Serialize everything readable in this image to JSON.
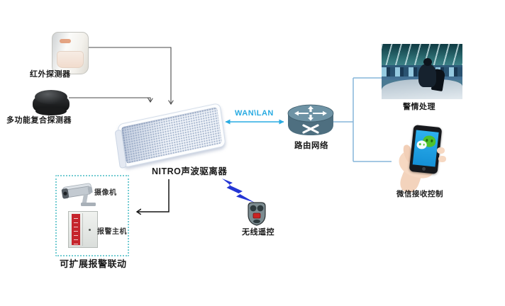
{
  "nodes": {
    "pir": {
      "label": "红外探测器"
    },
    "multi_detector": {
      "label": "多功能复合探测器"
    },
    "nitro": {
      "label": "NITRO声波驱离器"
    },
    "wan_lan": {
      "label": "WAN\\LAN"
    },
    "router": {
      "label": "路由网络"
    },
    "control_room": {
      "label": "警情处理"
    },
    "wechat_phone": {
      "label": "微信接收控制"
    },
    "camera": {
      "label": "摄像机"
    },
    "alarm_host": {
      "label": "报警主机"
    },
    "linkage_box": {
      "label": "可扩展报警联动"
    },
    "remote": {
      "label": "无线遥控"
    }
  },
  "colors": {
    "wan_lan_accent": "#29abe2",
    "branch_line": "#86b5da",
    "wire": "#4a4a4a",
    "dashed_box_border": "#74ccd2",
    "lightning_blue": "#2335d4",
    "router_body": "#4e6f80",
    "router_top": "#6e93a5",
    "wechat_green": "#4ec22d",
    "phone_screen": "#1a9fe0",
    "alarm_host_stripe": "#c5242c",
    "label_text": "#1a1a1a"
  }
}
